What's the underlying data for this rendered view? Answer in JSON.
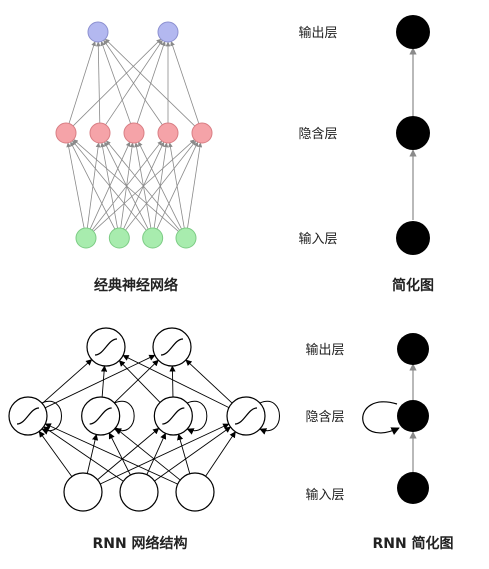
{
  "top_left": {
    "caption": "经典神经网络"
  },
  "top_right": {
    "caption": "简化图",
    "output_label": "输出层",
    "hidden_label": "隐含层",
    "input_label": "输入层"
  },
  "bottom_left": {
    "caption": "RNN 网络结构"
  },
  "bottom_right": {
    "caption": "RNN 简化图",
    "output_label": "输出层",
    "hidden_label": "隐含层",
    "input_label": "输入层"
  },
  "colors": {
    "output_node": "#b3b8f0",
    "hidden_node": "#f5a3a8",
    "input_node": "#a8ecae",
    "simple_node": "#000000",
    "edge": "#8a8a8a",
    "rnn_edge": "#000000"
  },
  "classic_network": {
    "input_nodes": 4,
    "hidden_nodes": 5,
    "output_nodes": 2
  },
  "rnn_network": {
    "input_nodes": 3,
    "hidden_nodes": 4,
    "output_nodes": 2
  }
}
